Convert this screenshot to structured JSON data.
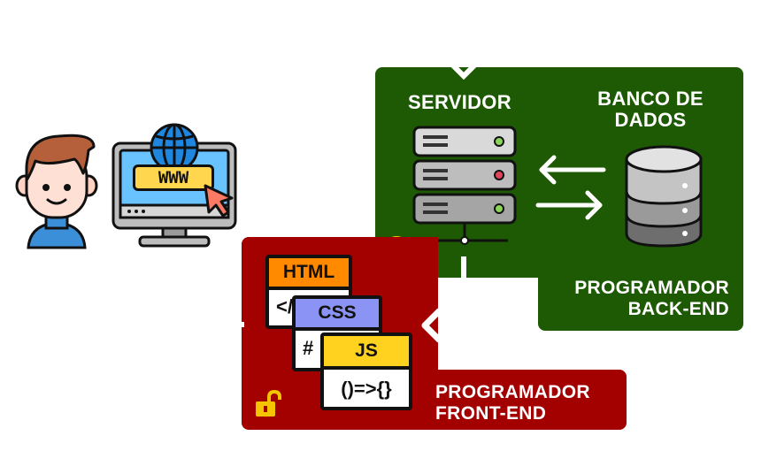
{
  "back_end": {
    "server_label": "SERVIDOR",
    "database_label_line1": "BANCO DE",
    "database_label_line2": "DADOS",
    "role_line1": "PROGRAMADOR",
    "role_line2": "BACK-END",
    "color": "#1e5a04"
  },
  "front_end": {
    "role_line1": "PROGRAMADOR",
    "role_line2": "FRONT-END",
    "color": "#a30000",
    "cards": {
      "html": "HTML",
      "html_code": "</",
      "css": "CSS",
      "css_code": "#",
      "js": "JS",
      "js_code": "()=>{}"
    }
  },
  "client": {
    "browser_text": "WWW"
  },
  "icons": [
    "user-avatar-icon",
    "computer-monitor-icon",
    "globe-icon",
    "cursor-icon",
    "server-rack-icon",
    "database-icon",
    "arrow-left-icon",
    "arrow-right-icon",
    "arrow-up-icon",
    "lock-closed-icon",
    "lock-open-icon"
  ]
}
